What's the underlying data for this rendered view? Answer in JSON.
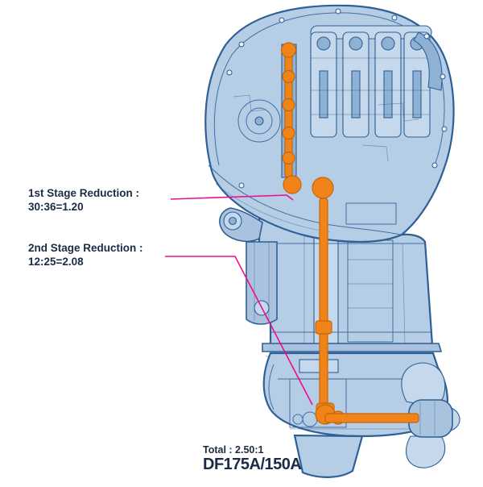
{
  "colors": {
    "body_blue": "#b6cde6",
    "body_blue2": "#a9c3de",
    "inner_blue": "#c6d8ec",
    "shade_blue": "#8fb2d4",
    "line_blue": "#2e5f96",
    "accent_orange": "#f08418",
    "accent_orange_dark": "#c4660d",
    "leader_magenta": "#ec0e8e",
    "text_navy": "#1b2a45"
  },
  "annotations": {
    "stage1": {
      "line1": "1st Stage Reduction :",
      "line2": "30:36=1.20"
    },
    "stage2": {
      "line1": "2nd Stage Reduction :",
      "line2": "12:25=2.08"
    }
  },
  "caption": {
    "total": "Total : 2.50:1",
    "model": "DF175A/150A"
  }
}
